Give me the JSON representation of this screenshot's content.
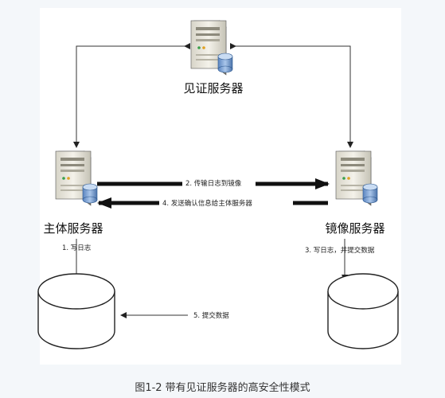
{
  "nodes": {
    "witness": "见证服务器",
    "principal": "主体服务器",
    "mirror": "镜像服务器"
  },
  "edges": {
    "e1": "1. 写日志",
    "e2": "2. 传输日志到镜像",
    "e3": "3. 写日志，并提交数据",
    "e4": "4. 发送确认信息给主体服务器",
    "e5": "5. 提交数据"
  },
  "caption": "图1-2 带有见证服务器的高安全性模式"
}
